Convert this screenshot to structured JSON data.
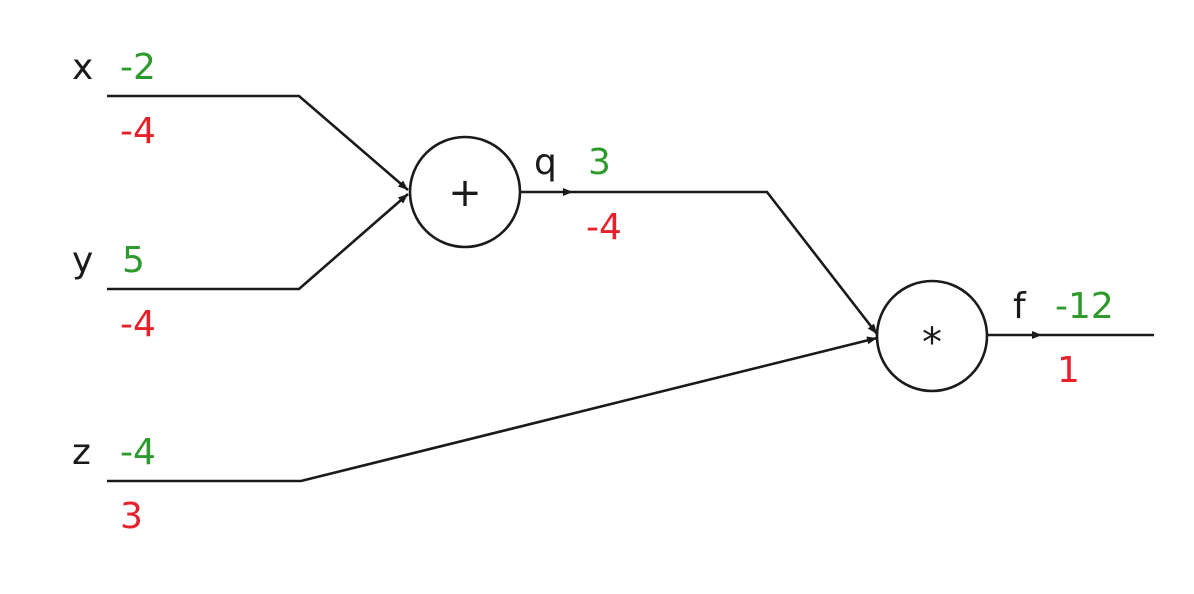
{
  "colors": {
    "forward_value": "#2e9a2e",
    "gradient_value": "#e8202a",
    "line": "#1a1a1a"
  },
  "graph": {
    "inputs": {
      "x": {
        "name": "x",
        "value": "-2",
        "gradient": "-4"
      },
      "y": {
        "name": "y",
        "value": "5",
        "gradient": "-4"
      },
      "z": {
        "name": "z",
        "value": "-4",
        "gradient": "3"
      }
    },
    "nodes": {
      "add": {
        "op": "+",
        "output": {
          "name": "q",
          "value": "3",
          "gradient": "-4"
        }
      },
      "mul": {
        "op": "*",
        "output": {
          "name": "f",
          "value": "-12",
          "gradient": "1"
        }
      }
    }
  }
}
